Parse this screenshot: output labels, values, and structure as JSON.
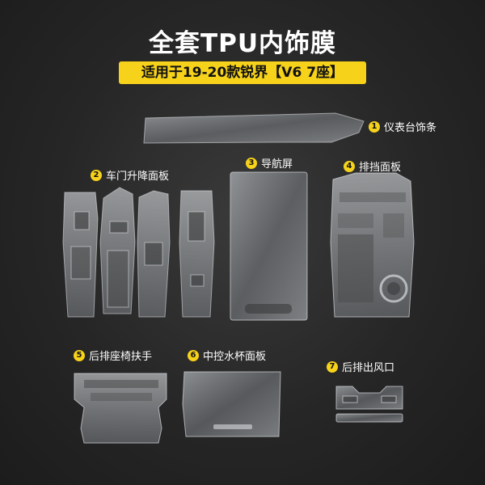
{
  "header": {
    "title": "全套TPU内饰膜",
    "subtitle": "适用于19-20款锐界【V6 7座】"
  },
  "parts": [
    {
      "num": "1",
      "label": "仪表台饰条"
    },
    {
      "num": "2",
      "label": "车门升降面板"
    },
    {
      "num": "3",
      "label": "导航屏"
    },
    {
      "num": "4",
      "label": "排挡面板"
    },
    {
      "num": "5",
      "label": "后排座椅扶手"
    },
    {
      "num": "6",
      "label": "中控水杯面板"
    },
    {
      "num": "7",
      "label": "后排出风口"
    }
  ],
  "colors": {
    "accent": "#f6d21b",
    "background": "#262626",
    "film": "#9ea3a8"
  }
}
